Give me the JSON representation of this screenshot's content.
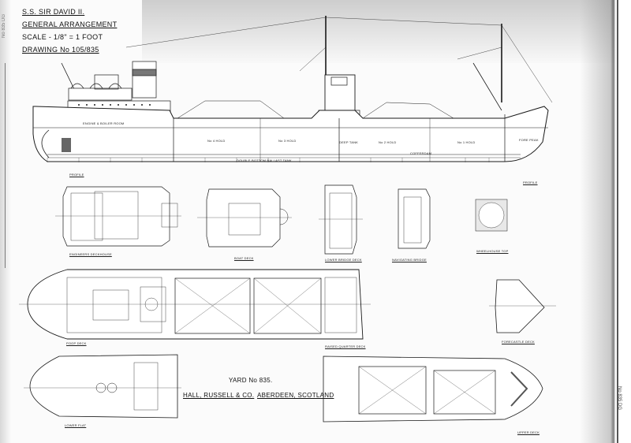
{
  "drawing": {
    "ship_name": "S.S. SIR DAVID II.",
    "title": "GENERAL ARRANGEMENT",
    "scale": "SCALE - 1/8\" = 1 FOOT",
    "drawing_number": "DRAWING No 105/835",
    "side_stamp": "No 835 DG",
    "right_stamp": "No 835 DG"
  },
  "builder": {
    "yard_number": "YARD No 835.",
    "company": "HALL, RUSSELL & CO.",
    "location": "ABERDEEN, SCOTLAND"
  },
  "views": {
    "profile_left": "PROFILE",
    "profile_right": "PROFILE",
    "engineers_deck": "ENGINEERS DECKHOUSE",
    "boat_deck": "BOAT DECK",
    "lower_bridge_deck": "LOWER BRIDGE DECK",
    "navigating_bridge": "NAVIGATING BRIDGE",
    "wheelhouse_top": "WHEELHOUSE TOP",
    "poop_deck": "POOP DECK",
    "raised_quarter_deck": "RAISED QUARTER DECK",
    "forecastle_deck": "FORECASTLE DECK",
    "lower_flat": "LOWER FLAT",
    "upper_deck": "UPPER DECK"
  },
  "profile_annotations": {
    "engine_boiler_room": "ENGINE & BOILER ROOM",
    "hold_4": "No 4 HOLD",
    "hold_3": "No 3 HOLD",
    "hold_2": "No 2 HOLD",
    "hold_1": "No 1 HOLD",
    "fore_peak": "FORE PEAK",
    "deep_tank": "DEEP TANK",
    "cofferdam": "COFFERDAM",
    "double_bottom": "DOUBLE BOTTOM BALLAST TANK"
  },
  "colors": {
    "ink": "#1a1a1a",
    "paper": "#fbfbfb",
    "smudge": "#8a8a8a"
  }
}
